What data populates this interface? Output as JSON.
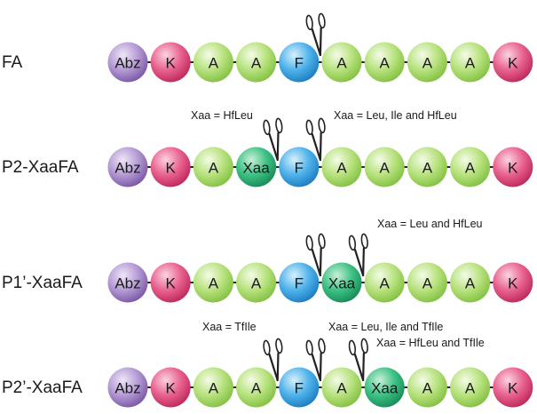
{
  "colors": {
    "purple": "#9a7cc0",
    "pink": "#e04a7d",
    "lightgreen": "#a9dc6c",
    "blue": "#2f9de0",
    "teal": "#27ae76",
    "line": "#222222"
  },
  "icons": {
    "cleavage": "scissors-icon"
  },
  "rows": [
    {
      "label": "FA",
      "beads": [
        {
          "text": "Abz",
          "color": "purple"
        },
        {
          "text": "K",
          "color": "pink"
        },
        {
          "text": "A",
          "color": "lightgreen"
        },
        {
          "text": "A",
          "color": "lightgreen"
        },
        {
          "text": "F",
          "color": "blue"
        },
        {
          "text": "A",
          "color": "lightgreen"
        },
        {
          "text": "A",
          "color": "lightgreen"
        },
        {
          "text": "A",
          "color": "lightgreen"
        },
        {
          "text": "A",
          "color": "lightgreen"
        },
        {
          "text": "K",
          "color": "pink"
        }
      ],
      "cuts": [
        4
      ],
      "notes": []
    },
    {
      "label": "P2-XaaFA",
      "beads": [
        {
          "text": "Abz",
          "color": "purple"
        },
        {
          "text": "K",
          "color": "pink"
        },
        {
          "text": "A",
          "color": "lightgreen"
        },
        {
          "text": "Xaa",
          "color": "teal"
        },
        {
          "text": "F",
          "color": "blue"
        },
        {
          "text": "A",
          "color": "lightgreen"
        },
        {
          "text": "A",
          "color": "lightgreen"
        },
        {
          "text": "A",
          "color": "lightgreen"
        },
        {
          "text": "A",
          "color": "lightgreen"
        },
        {
          "text": "K",
          "color": "pink"
        }
      ],
      "cuts": [
        3,
        4
      ],
      "notes": [
        "Xaa = HfLeu",
        "Xaa = Leu, Ile and HfLeu"
      ]
    },
    {
      "label": "P1’-XaaFA",
      "beads": [
        {
          "text": "Abz",
          "color": "purple"
        },
        {
          "text": "K",
          "color": "pink"
        },
        {
          "text": "A",
          "color": "lightgreen"
        },
        {
          "text": "A",
          "color": "lightgreen"
        },
        {
          "text": "F",
          "color": "blue"
        },
        {
          "text": "Xaa",
          "color": "teal"
        },
        {
          "text": "A",
          "color": "lightgreen"
        },
        {
          "text": "A",
          "color": "lightgreen"
        },
        {
          "text": "A",
          "color": "lightgreen"
        },
        {
          "text": "K",
          "color": "pink"
        }
      ],
      "cuts": [
        4,
        5
      ],
      "notes": [
        "Xaa = Leu and HfLeu"
      ]
    },
    {
      "label": "P2’-XaaFA",
      "beads": [
        {
          "text": "Abz",
          "color": "purple"
        },
        {
          "text": "K",
          "color": "pink"
        },
        {
          "text": "A",
          "color": "lightgreen"
        },
        {
          "text": "A",
          "color": "lightgreen"
        },
        {
          "text": "F",
          "color": "blue"
        },
        {
          "text": "A",
          "color": "lightgreen"
        },
        {
          "text": "Xaa",
          "color": "teal"
        },
        {
          "text": "A",
          "color": "lightgreen"
        },
        {
          "text": "A",
          "color": "lightgreen"
        },
        {
          "text": "K",
          "color": "pink"
        }
      ],
      "cuts": [
        3,
        4,
        5
      ],
      "notes": [
        "Xaa = TfIle",
        "Xaa = Leu, Ile and TfIle",
        "Xaa = HfLeu and TfIle"
      ]
    }
  ]
}
